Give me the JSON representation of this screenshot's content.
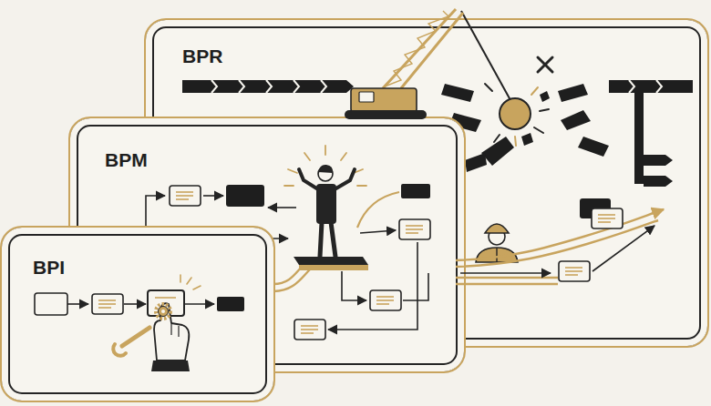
{
  "diagram": {
    "nodes": [
      {
        "text": [
          "BPR"
        ]
      },
      {
        "text": [
          "BPM"
        ]
      },
      {
        "text": [
          "BPI"
        ]
      }
    ]
  }
}
